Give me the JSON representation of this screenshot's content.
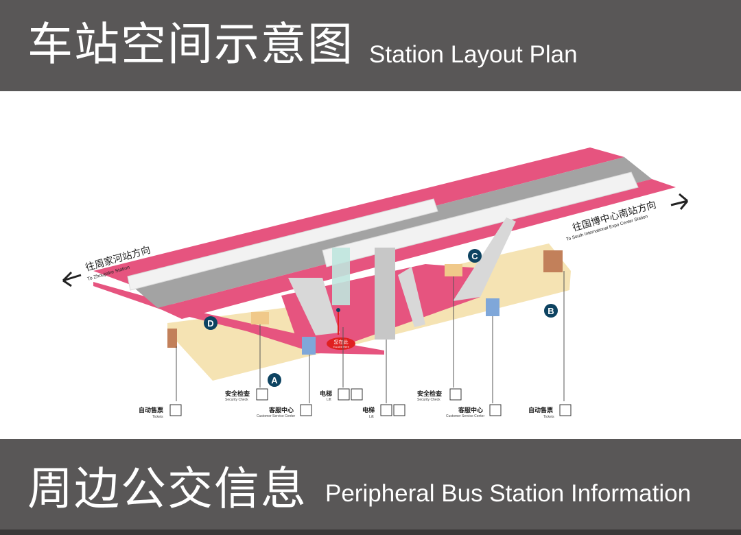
{
  "header": {
    "title_zh": "车站空间示意图",
    "title_en": "Station Layout Plan"
  },
  "footer": {
    "title_zh": "周边公交信息",
    "title_en": "Peripheral Bus Station Information"
  },
  "directions": {
    "left": {
      "zh": "往周家河站方向",
      "en": "To Zhoujiahe Station"
    },
    "right": {
      "zh": "往国博中心南站方向",
      "en": "To South International Expo Center Station"
    }
  },
  "exits": {
    "a": "A",
    "b": "B",
    "c": "C",
    "d": "D"
  },
  "you_are_here": {
    "zh": "您在此",
    "en": "You Are Here"
  },
  "facilities": {
    "tickets_left": {
      "zh": "自动售票",
      "en": "Tickets"
    },
    "security_left": {
      "zh": "安全检查",
      "en": "Security Check"
    },
    "service_left": {
      "zh": "客服中心",
      "en": "Customer Service Center"
    },
    "lift_1": {
      "zh": "电梯",
      "en": "Lift"
    },
    "lift_2": {
      "zh": "电梯",
      "en": "Lift"
    },
    "security_right": {
      "zh": "安全检查",
      "en": "Security Check"
    },
    "service_right": {
      "zh": "客服中心",
      "en": "Customer Service Center"
    },
    "tickets_right": {
      "zh": "自动售票",
      "en": "Tickets"
    }
  },
  "colors": {
    "banner": "#595757",
    "platform": "#e6547f",
    "concourse": "#f5e3b3",
    "track": "#a3a3a3",
    "exit_badge": "#0d4361",
    "marker": "#e02020"
  }
}
